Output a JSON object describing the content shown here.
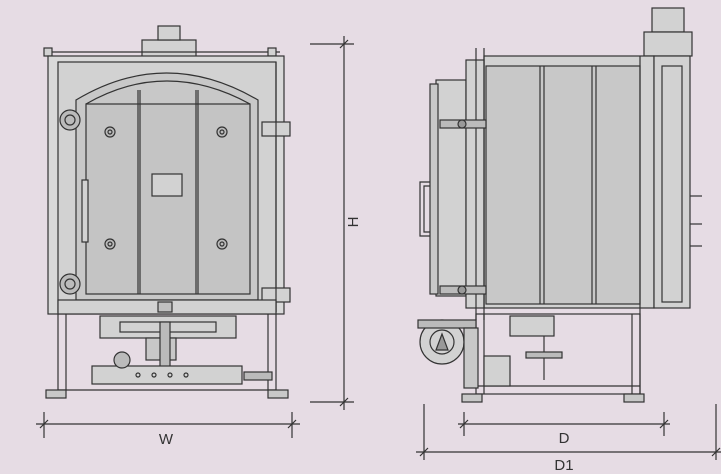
{
  "dimensions": {
    "width_label": "W",
    "height_label": "H",
    "depth_label": "D",
    "depth_total_label": "D1"
  },
  "colors": {
    "background": "#e6dce4",
    "frame_fill": "#d2d2d2",
    "panel_fill": "#c8c8c8",
    "line": "#333333"
  }
}
